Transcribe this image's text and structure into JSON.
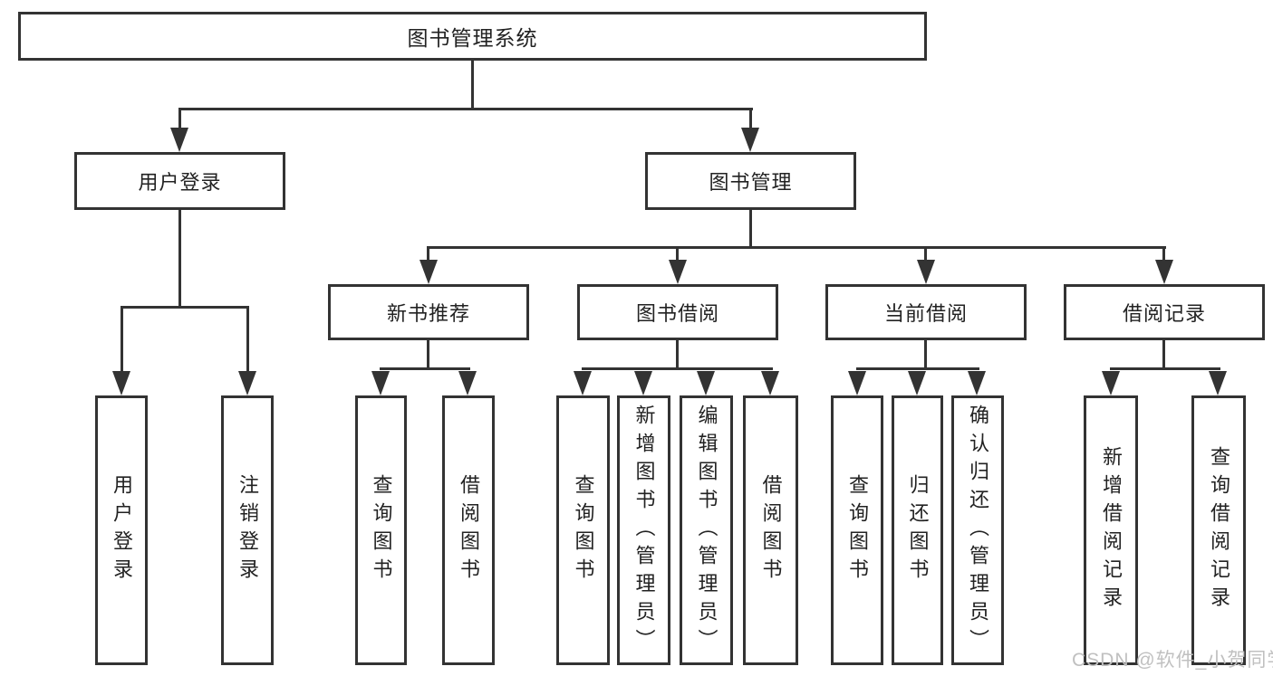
{
  "diagram": {
    "type": "tree",
    "title": "图书管理系统"
  },
  "nodes": {
    "root": {
      "label": "图书管理系统"
    },
    "user_login": {
      "label": "用户登录"
    },
    "book_mgmt": {
      "label": "图书管理"
    },
    "new_book_rec": {
      "label": "新书推荐"
    },
    "book_borrow": {
      "label": "图书借阅"
    },
    "current_borrow": {
      "label": "当前借阅"
    },
    "borrow_records": {
      "label": "借阅记录"
    },
    "user_login_leaf": {
      "label": "用户登录"
    },
    "logout_leaf": {
      "label": "注销登录"
    },
    "nbr_query_books": {
      "label": "查询图书"
    },
    "nbr_borrow_books": {
      "label": "借阅图书"
    },
    "bb_query_books": {
      "label": "查询图书"
    },
    "bb_add_books": {
      "label": "新增图书（管理员）"
    },
    "bb_edit_books": {
      "label": "编辑图书（管理员）"
    },
    "bb_borrow_books": {
      "label": "借阅图书"
    },
    "cb_query_books": {
      "label": "查询图书"
    },
    "cb_return_books": {
      "label": "归还图书"
    },
    "cb_confirm_return": {
      "label": "确认归还（管理员）"
    },
    "br_add_record": {
      "label": "新增借阅记录"
    },
    "br_query_record": {
      "label": "查询借阅记录"
    }
  },
  "edges": [
    [
      "root",
      "user_login"
    ],
    [
      "root",
      "book_mgmt"
    ],
    [
      "user_login",
      "user_login_leaf"
    ],
    [
      "user_login",
      "logout_leaf"
    ],
    [
      "book_mgmt",
      "new_book_rec"
    ],
    [
      "book_mgmt",
      "book_borrow"
    ],
    [
      "book_mgmt",
      "current_borrow"
    ],
    [
      "book_mgmt",
      "borrow_records"
    ],
    [
      "new_book_rec",
      "nbr_query_books"
    ],
    [
      "new_book_rec",
      "nbr_borrow_books"
    ],
    [
      "book_borrow",
      "bb_query_books"
    ],
    [
      "book_borrow",
      "bb_add_books"
    ],
    [
      "book_borrow",
      "bb_edit_books"
    ],
    [
      "book_borrow",
      "bb_borrow_books"
    ],
    [
      "current_borrow",
      "cb_query_books"
    ],
    [
      "current_borrow",
      "cb_return_books"
    ],
    [
      "current_borrow",
      "cb_confirm_return"
    ],
    [
      "borrow_records",
      "br_add_record"
    ],
    [
      "borrow_records",
      "br_query_record"
    ]
  ],
  "watermark": {
    "text": "CSDN @软件_小贺同学",
    "color": "#c0c0c0"
  },
  "colors": {
    "line": "#333333",
    "text": "#222222",
    "background": "#ffffff"
  }
}
